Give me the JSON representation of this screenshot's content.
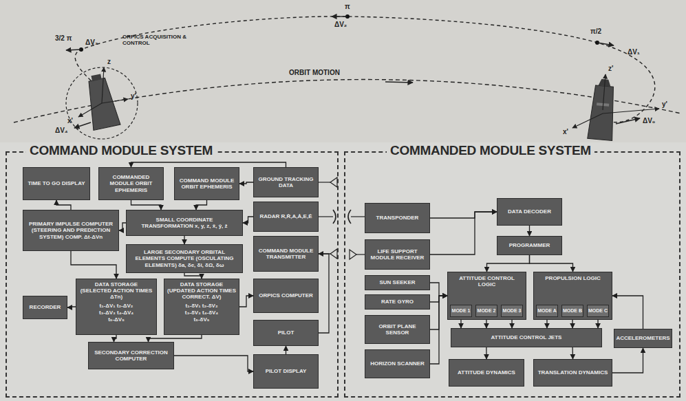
{
  "diagram": {
    "nodes": [
      {
        "text": [
          "COMMAND MODULE SYSTEM"
        ]
      },
      {
        "text": [
          "TIME TO GO DISPLAY"
        ],
        "in": 0
      },
      {
        "text": [
          "COMMANDED MODULE ORBIT EPHEMERIS"
        ],
        "in": 0
      },
      {
        "text": [
          "COMMAND MODULE ORBIT EPHEMERIS"
        ],
        "in": 0
      },
      {
        "text": [
          "GROUND TRACKING DATA"
        ],
        "in": 0
      },
      {
        "text": [
          "RADAR R,Ṙ,A,Ȧ,E,Ė"
        ],
        "in": 0
      },
      {
        "text": [
          "PRIMARY IMPULSE COMPUTER (STEERING AND PREDICTION SYSTEM) COMP. Δt-ΔVn"
        ],
        "in": 0
      },
      {
        "text": [
          "SMALL COORDINATE TRANSFORMATION x, y, z, ẋ, ẏ, ż"
        ],
        "in": 0
      },
      {
        "text": [
          "COMMAND MODULE TRANSMITTER"
        ],
        "in": 0
      },
      {
        "text": [
          "LARGE SECONDARY ORBITAL ELEMENTS COMPUTE (OSCULATING ELEMENTS) δa, δe, δi, δΩ, δω"
        ],
        "in": 0
      },
      {
        "text": [
          "RECORDER"
        ],
        "in": 0
      },
      {
        "text": [
          "DATA STORAGE (SELECTED ACTION TIMES ΔTn)",
          "t₁-ΔV₁ t₂-ΔV₂ t₃-ΔV₃ t₄-ΔV₄ t₅-ΔV₅"
        ],
        "in": 0
      },
      {
        "text": [
          "DATA STORAGE (UPDATED ACTION TIMES CORRECT. ΔV)",
          "t₁-δV₁ t₂-δV₂ t₃-δV₃ t₄-δV₄ t₅-δV₅"
        ],
        "in": 0
      },
      {
        "text": [
          "ORPICS COMPUTER"
        ],
        "in": 0
      },
      {
        "text": [
          "PILOT"
        ],
        "in": 0
      },
      {
        "text": [
          "SECONDARY CORRECTION COMPUTER"
        ],
        "in": 0
      },
      {
        "text": [
          "PILOT DISPLAY"
        ],
        "in": 0
      },
      {
        "text": [
          "COMMANDED MODULE SYSTEM"
        ]
      },
      {
        "text": [
          "TRANSPONDER"
        ],
        "in": 17
      },
      {
        "text": [
          "LIFE SUPPORT MODULE RECEIVER"
        ],
        "in": 17
      },
      {
        "text": [
          "DATA DECODER"
        ],
        "in": 17
      },
      {
        "text": [
          "PROGRAMMER"
        ],
        "in": 17
      },
      {
        "text": [
          "SUN SEEKER"
        ],
        "in": 17
      },
      {
        "text": [
          "RATE GYRO"
        ],
        "in": 17
      },
      {
        "text": [
          "ORBIT PLANE SENSOR"
        ],
        "in": 17
      },
      {
        "text": [
          "HORIZON SCANNER"
        ],
        "in": 17
      },
      {
        "text": [
          "ATTITUDE CONTROL LOGIC"
        ],
        "in": 17
      },
      {
        "text": [
          "MODE 1"
        ],
        "in": 26
      },
      {
        "text": [
          "MODE 2"
        ],
        "in": 26
      },
      {
        "text": [
          "MODE 3"
        ],
        "in": 26
      },
      {
        "text": [
          "PROPULSION LOGIC"
        ],
        "in": 17
      },
      {
        "text": [
          "MODE A"
        ],
        "in": 30
      },
      {
        "text": [
          "MODE B"
        ],
        "in": 30
      },
      {
        "text": [
          "MODE C"
        ],
        "in": 30
      },
      {
        "text": [
          "ATTITUDE CONTROL JETS"
        ],
        "in": 17
      },
      {
        "text": [
          "ACCELEROMETERS"
        ],
        "in": 17
      },
      {
        "text": [
          "ATTITUDE DYNAMICS"
        ],
        "in": 17
      },
      {
        "text": [
          "TRANSLATION DYNAMICS"
        ],
        "in": 17
      }
    ],
    "edges": [
      {
        "from": 4,
        "to": 3,
        "arrow": "to"
      },
      {
        "from": 4,
        "to": 2,
        "arrow": "to"
      },
      {
        "from": 2,
        "to": 7,
        "arrow": "to"
      },
      {
        "from": 3,
        "to": 7,
        "arrow": "to"
      },
      {
        "from": 5,
        "to": 7,
        "arrow": "to"
      },
      {
        "from": 7,
        "to": 6,
        "arrow": "to"
      },
      {
        "from": 6,
        "to": 1,
        "arrow": "to"
      },
      {
        "from": 7,
        "to": 9,
        "arrow": "to"
      },
      {
        "from": 6,
        "to": 11,
        "arrow": "to"
      },
      {
        "from": 9,
        "to": 12,
        "arrow": "to"
      },
      {
        "from": 11,
        "to": 10,
        "arrow": "to"
      },
      {
        "from": 11,
        "to": 15,
        "arrow": "to"
      },
      {
        "from": 12,
        "to": 15,
        "arrow": "to"
      },
      {
        "from": 12,
        "to": 13,
        "arrow": "to"
      },
      {
        "from": 15,
        "to": 16,
        "arrow": "to"
      },
      {
        "from": 16,
        "to": 14,
        "arrow": "to"
      },
      {
        "from": 14,
        "to": 8,
        "arrow": "to"
      },
      {
        "from": 18,
        "to": 20,
        "arrow": "to"
      },
      {
        "from": 19,
        "to": 20,
        "arrow": "to"
      },
      {
        "from": 20,
        "to": 21,
        "arrow": "to"
      },
      {
        "from": 21,
        "to": 26,
        "arrow": "to"
      },
      {
        "from": 21,
        "to": 30,
        "arrow": "to"
      },
      {
        "from": 22,
        "to": 26,
        "arrow": "to"
      },
      {
        "from": 23,
        "to": 26,
        "arrow": "to"
      },
      {
        "from": 24,
        "to": 26,
        "arrow": "to"
      },
      {
        "from": 25,
        "to": 26,
        "arrow": "to"
      },
      {
        "from": 27,
        "to": 34,
        "arrow": "to"
      },
      {
        "from": 28,
        "to": 34,
        "arrow": "to"
      },
      {
        "from": 29,
        "to": 34,
        "arrow": "to"
      },
      {
        "from": 31,
        "to": 34,
        "arrow": "to"
      },
      {
        "from": 32,
        "to": 34,
        "arrow": "to"
      },
      {
        "from": 33,
        "to": 34,
        "arrow": "to"
      },
      {
        "from": 34,
        "to": 36,
        "arrow": "to"
      },
      {
        "from": 34,
        "to": 37,
        "arrow": "to"
      },
      {
        "from": 37,
        "to": 35,
        "arrow": "to"
      },
      {
        "from": 35,
        "to": 30,
        "arrow": "to"
      }
    ],
    "labels": [
      "3/2 π",
      "ΔV₃",
      "ORPICS ACQUISITION & CONTROL",
      "π",
      "ΔV₂",
      "π/2",
      "ΔV₁",
      "ORBIT MOTION",
      "z",
      "y'",
      "x'",
      "ΔV₄",
      "z'",
      "x'",
      "y'",
      "ΔV₀"
    ]
  }
}
